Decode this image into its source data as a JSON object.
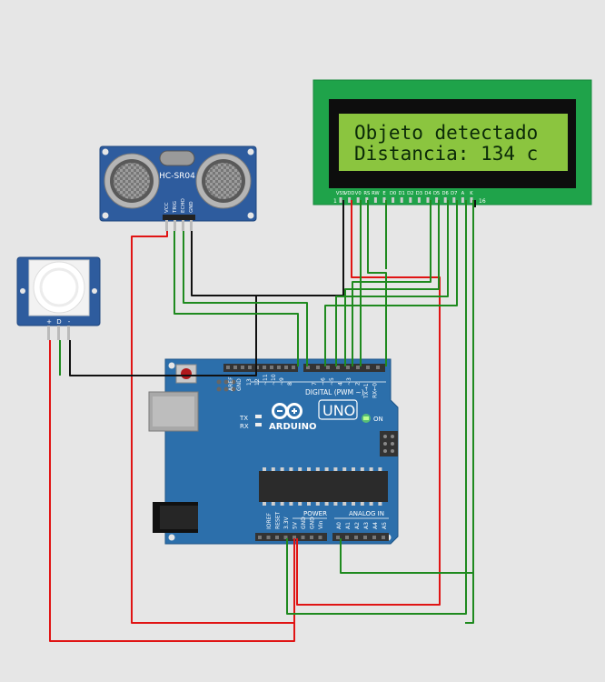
{
  "lcd": {
    "line1": "Objeto detectado",
    "line2": "Distancia: 134 c",
    "pin_start": "1",
    "pin_end": "16",
    "pins": [
      "VSS",
      "VDD",
      "V0",
      "RS",
      "RW",
      "E",
      "D0",
      "D1",
      "D2",
      "D3",
      "D4",
      "D5",
      "D6",
      "D7",
      "A",
      "K"
    ],
    "bg_color": "#8bc53f",
    "frame_color": "#1fa34a"
  },
  "ultrasonic": {
    "model": "HC-SR04",
    "pins": [
      "VCC",
      "TRIG",
      "ECHO",
      "GND"
    ]
  },
  "pir": {
    "pins": [
      "+",
      "D",
      "-"
    ]
  },
  "arduino": {
    "brand": "ARDUINO",
    "model": "UNO",
    "digital_label": "DIGITAL (PWM ~)",
    "on_label": "ON",
    "tx": "TX",
    "rx": "RX",
    "aref": "AREF",
    "gnd": "GND",
    "digital_pins": [
      "13",
      "12",
      "~11",
      "~10",
      "~9",
      "8",
      "7",
      "~6",
      "~5",
      "4",
      "~3",
      "2",
      "TX→1",
      "RX←0"
    ],
    "power_label": "POWER",
    "analog_label": "ANALOG IN",
    "power_pins": [
      "IOREF",
      "RESET",
      "3.3V",
      "5V",
      "GND",
      "GND",
      "Vin"
    ],
    "analog_pins": [
      "A0",
      "A1",
      "A2",
      "A3",
      "A4",
      "A5"
    ],
    "board_color": "#2c6fab"
  }
}
